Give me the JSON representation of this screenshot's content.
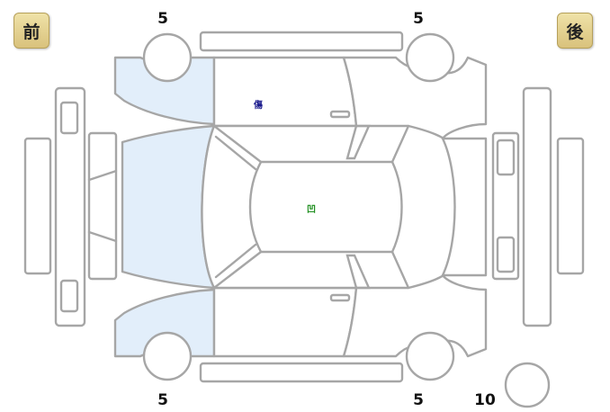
{
  "badges": {
    "front": "前",
    "rear": "後"
  },
  "tires": {
    "front_left": "5",
    "rear_left": "5",
    "front_right": "5",
    "rear_right": "5",
    "spare": "10"
  },
  "damage_marks": [
    {
      "panel": "rear-left-door",
      "code": "傷",
      "color": "#1a1a8c"
    },
    {
      "panel": "roof",
      "code": "凹",
      "color": "#1a8c1a"
    }
  ],
  "highlight_color": "#e2eefa"
}
